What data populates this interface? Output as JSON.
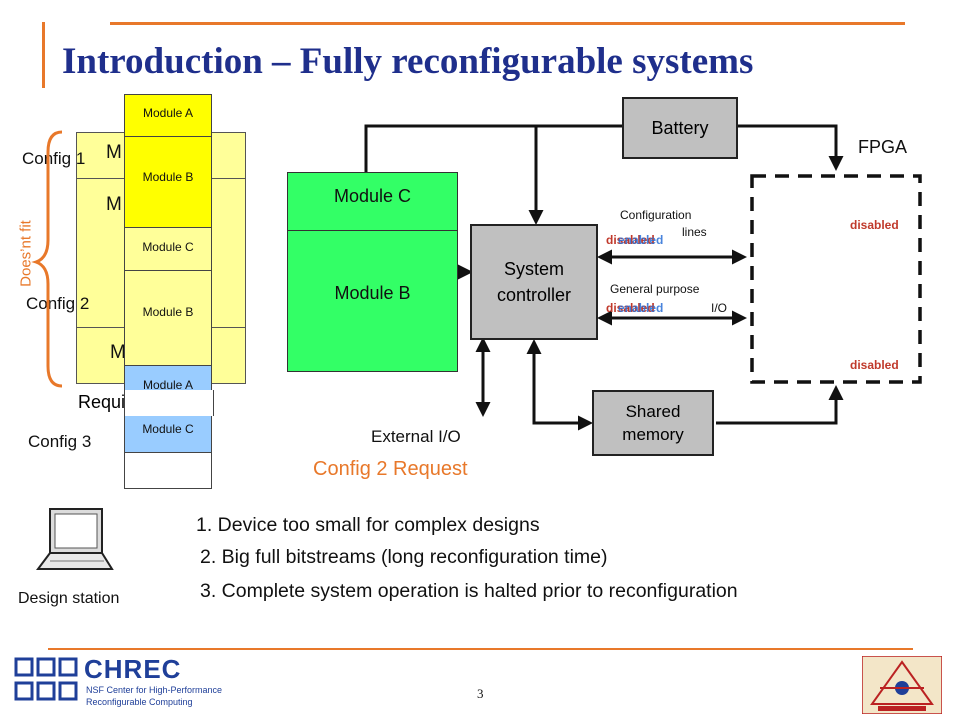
{
  "slide": {
    "title": "Introduction – Fully reconfigurable systems",
    "page_number": "3"
  },
  "design": {
    "required_design_label": "Required design",
    "doesnt_fit_label": "Does’nt fit",
    "config1": "Config 1",
    "config2": "Config 2",
    "config3": "Config 3",
    "req_top_partial": "M",
    "req_mid_partial": "M",
    "req_bottom_partial": "Module C",
    "col1": [
      "Module A",
      "Module B"
    ],
    "col2": [
      "Module C",
      "Module B"
    ],
    "col3": [
      "Module A",
      "Module C"
    ]
  },
  "system": {
    "module_c": "Module C",
    "module_b": "Module B",
    "battery": "Battery",
    "fpga": "FPGA",
    "controller": "System controller",
    "shared_memory": "Shared memory",
    "config_lines": "Configuration lines",
    "config_lines_line1": "Configuration",
    "config_lines_line2": "lines",
    "gp_io_line1": "General purpose",
    "gp_io_line2": "I/O",
    "external_io": "External I/O",
    "config_request": "Config 2 Request",
    "disabled": "disabled",
    "enabled": "enabled"
  },
  "station": {
    "label": "Design station"
  },
  "points": [
    "1. Device too small for complex designs",
    "2. Big full bitstreams (long reconfiguration time)",
    "3. Complete system operation is halted prior to reconfiguration"
  ],
  "logo": {
    "name": "CHREC",
    "sub1": "NSF Center for High-Performance",
    "sub2": "Reconfigurable Computing"
  },
  "colors": {
    "title": "#1f2f8c",
    "accent_orange": "#e8782a",
    "module_green": "#33ff66",
    "module_yellow": "#ffff00",
    "required_yellow": "#ffff99",
    "module_blue": "#99ccff",
    "box_gray": "#c0c0c0",
    "disabled_red": "#c0392b",
    "enabled_blue": "#2a6fd6"
  }
}
